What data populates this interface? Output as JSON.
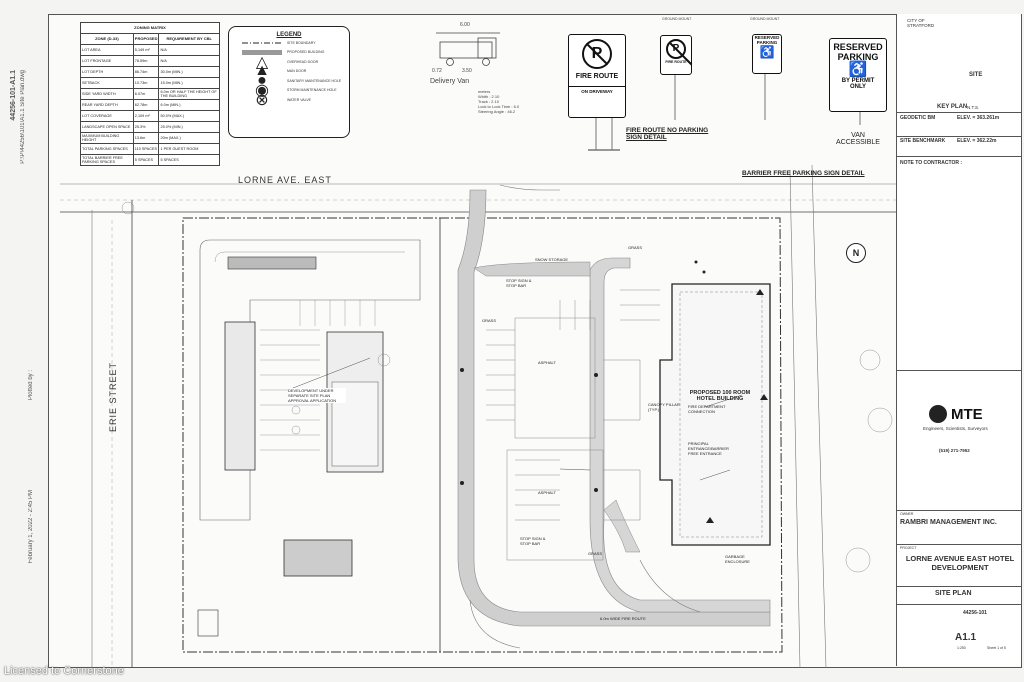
{
  "sidebar_code": [
    "44256-101-A1.1",
    "P:\\P\\44256\\101\\A1.1 Site Plan.dwg",
    "Plotted by : ",
    "February 1, 2022 - 2:45 PM"
  ],
  "zoning": {
    "title": "ZONING MATRIX",
    "headers": [
      "ZONE (D-33)",
      "PROPOSED",
      "REQUIREMENT BY CBL"
    ],
    "rows": [
      [
        "LOT AREA",
        "5,149 m²",
        "N/A"
      ],
      [
        "LOT FRONTAGE",
        "78.59m",
        "N/A"
      ],
      [
        "LOT DEPTH",
        "86.74m",
        "30.0m (MIN.)"
      ],
      [
        "SETBACK",
        "10.73m",
        "15.0m (MIN.)"
      ],
      [
        "SIDE YARD WIDTH",
        "6.07m",
        "6.0m OR HALF THE HEIGHT OF THE BUILDING"
      ],
      [
        "REAR YARD DEPTH",
        "62.78m",
        "6.0m (MIN.)"
      ],
      [
        "LOT COVERAGE",
        "2,109 m²",
        "50.0% (MAX.)"
      ],
      [
        "LANDSCAPE OPEN SPACE",
        "25.3%",
        "25.0% (MIN.)"
      ],
      [
        "MAXIMUM BUILDING HEIGHT",
        "13.6m",
        "20m (MAX.)"
      ],
      [
        "TOTAL PARKING SPACES",
        "110 SPACES",
        "1 PER GUEST ROOM"
      ],
      [
        "TOTAL BARRIER FREE PARKING SPACES",
        "5 SPACES",
        "5 SPACES"
      ]
    ]
  },
  "legend": {
    "title": "LEGEND",
    "items": [
      "SITE BOUNDARY",
      "PROPOSED BUILDING",
      "OVERHEAD DOOR",
      "MAN DOOR",
      "SANITARY MAINTENANCE HOLE",
      "STORM MAINTENANCE HOLE",
      "WATER VALVE"
    ]
  },
  "van": {
    "label": "Delivery Van",
    "dim_top": "6.00",
    "dim_a": "0.72",
    "dim_b": "3.50",
    "specs": [
      "meters",
      "Width : 2.10",
      "Track : 2.10",
      "Lock to Lock Time : 6.0",
      "Steering Angle : 46.2"
    ]
  },
  "signs": {
    "fire_route": "FIRE ROUTE",
    "on_driveway": "ON DRIVEWAY",
    "fire_caption": "FIRE ROUTE NO PARKING SIGN DETAIL",
    "reserved": "RESERVED",
    "parking": "PARKING",
    "by_permit": "BY PERMIT",
    "only": "ONLY",
    "van_accessible": "VAN ACCESSIBLE",
    "bf_caption": "BARRIER FREE PARKING SIGN DETAIL",
    "small_ground": "GROUND MOUNT"
  },
  "site": {
    "lorne": "LORNE AVE. EAST",
    "erie": "ERIE STREET",
    "building": "PROPOSED 100 ROOM HOTEL BUILDING",
    "asphalt": "ASPHALT",
    "snow": "SNOW STORAGE",
    "development": "DEVELOPMENT UNDER SEPARATE SITE PLAN APPROVAL APPLICATION",
    "stop_sign": "STOP SIGN & STOP BAR",
    "fire_lane": "6.0m WIDE FIRE ROUTE",
    "canopy": "CANOPY PILLAR (TYP.)",
    "entrance": "PRINCIPAL ENTRANCE/BARRIER FREE ENTRANCE",
    "fire_conn": "FIRE DEPARTMENT CONNECTION",
    "garbage": "GARBAGE ENCLOSURE",
    "grass": "GRASS"
  },
  "titleblock": {
    "key_city": "CITY OF STRATFORD",
    "site": "SITE",
    "key_plan": "KEY PLAN",
    "key_scale": "N.T.S.",
    "geodetic": "GEODETIC BM",
    "geodetic_elev": "ELEV. = 363.261m",
    "benchmark": "SITE BENCHMARK",
    "benchmark_elev": "ELEV. = 362.22m",
    "note": "NOTE TO CONTRACTOR :",
    "mte": "MTE",
    "mte_sub": "Engineers, Scientists, Surveyors",
    "phone": "(519) 271-7952",
    "owner_label": "OWNER",
    "owner": "RAMBRI MANAGEMENT INC.",
    "project_label": "PROJECT",
    "project": "LORNE AVENUE EAST HOTEL DEVELOPMENT",
    "drawing": "SITE PLAN",
    "proj_no": "44256-101",
    "sheet": "A1.1",
    "sheet_of": "Sheet 1 of 5",
    "scale": "1:250"
  },
  "watermark": "Licensed to Cornerstone"
}
